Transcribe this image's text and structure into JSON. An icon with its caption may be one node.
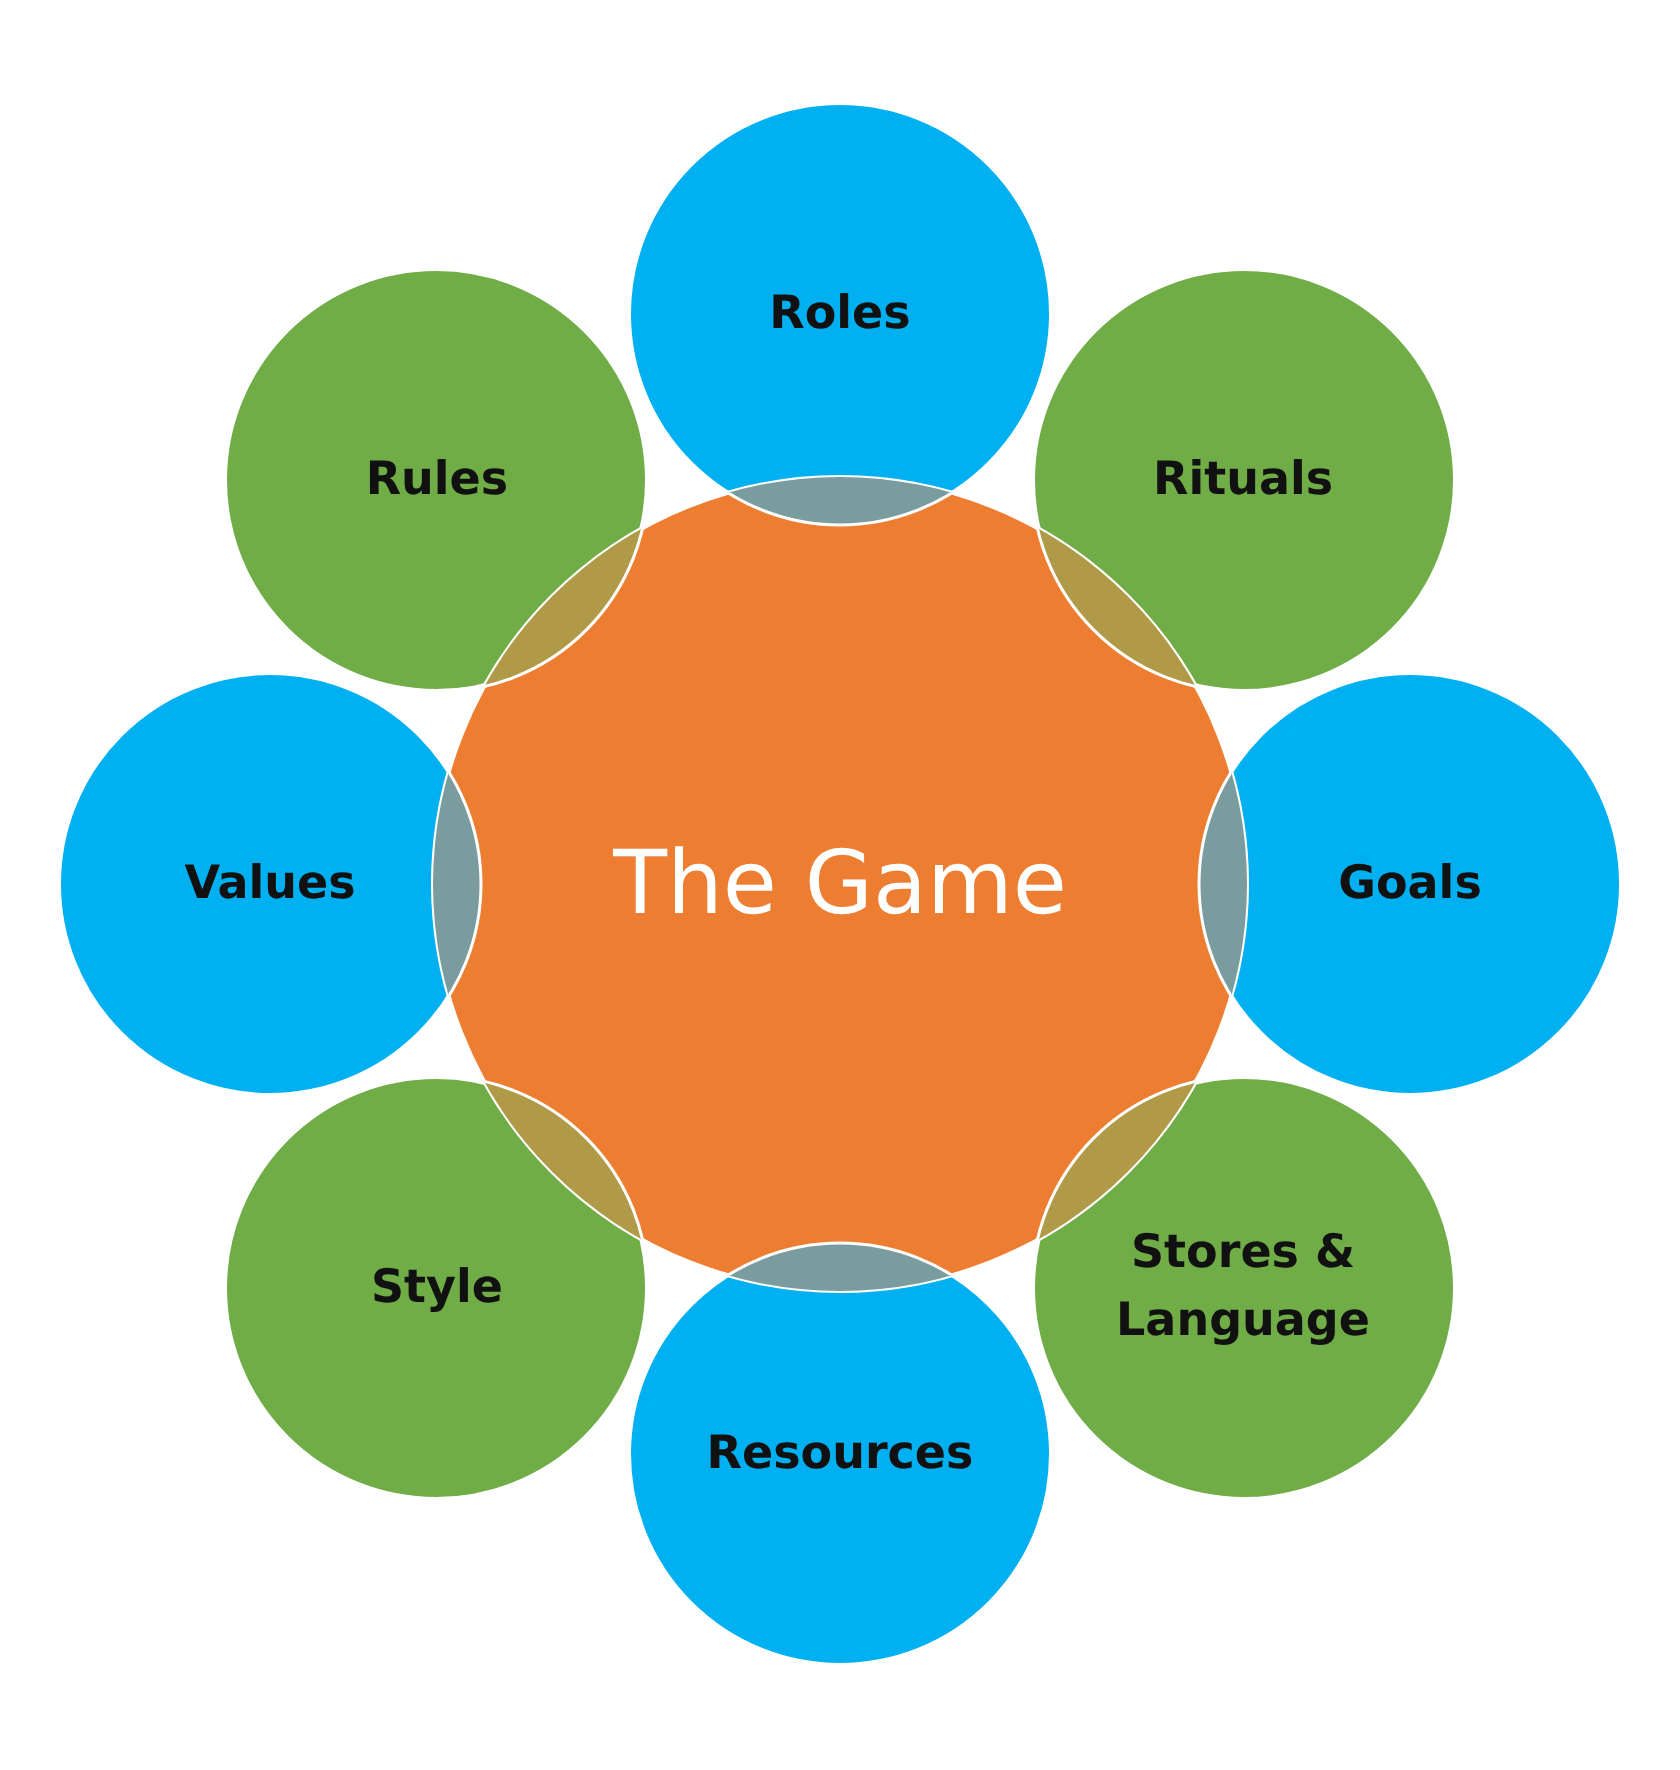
{
  "diagram": {
    "nodes": [
      {
        "text": [
          "The Game"
        ]
      },
      {
        "text": [
          "Roles"
        ]
      },
      {
        "text": [
          "Rituals"
        ]
      },
      {
        "text": [
          "Goals"
        ]
      },
      {
        "text": [
          "Stores & Language"
        ]
      },
      {
        "text": [
          "Resources"
        ]
      },
      {
        "text": [
          "Style"
        ]
      },
      {
        "text": [
          "Values"
        ]
      },
      {
        "text": [
          "Rules"
        ]
      }
    ]
  }
}
